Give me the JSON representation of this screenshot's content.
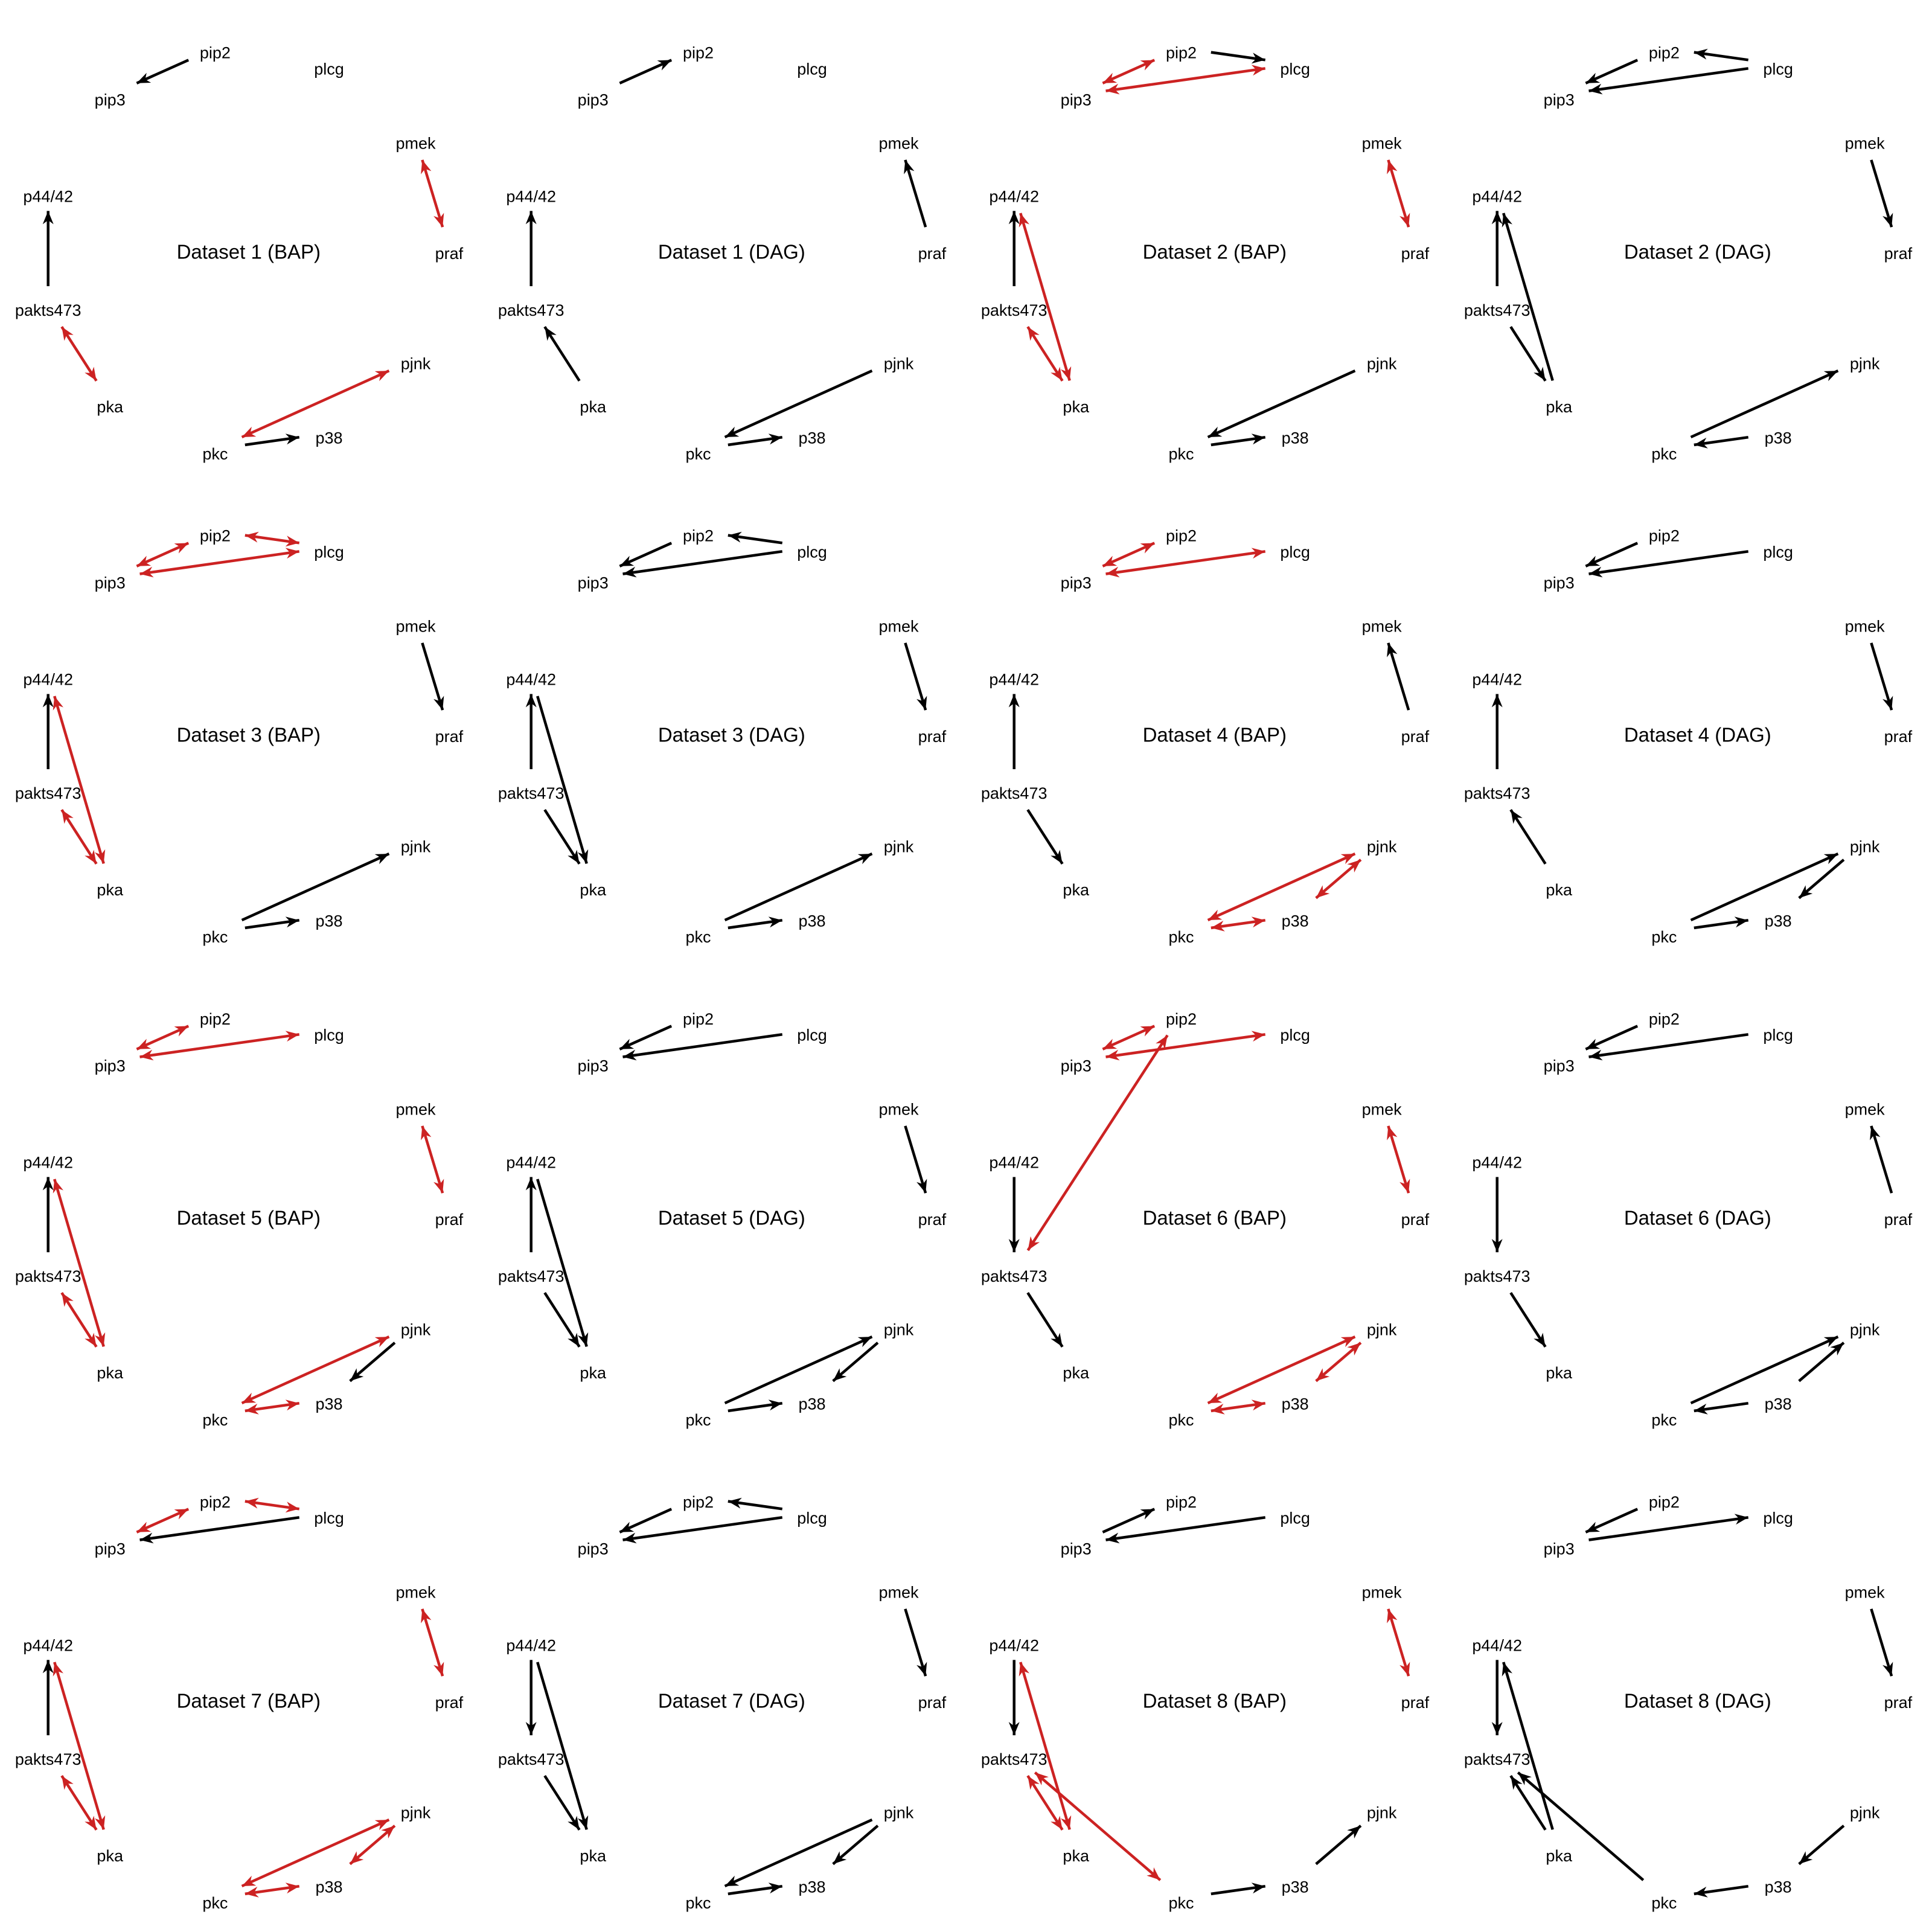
{
  "colors": {
    "directed": "#000000",
    "undirected": "#cc2222",
    "background": "#ffffff",
    "text": "#000000"
  },
  "nodes": [
    "pip2",
    "plcg",
    "pip3",
    "pmek",
    "p44/42",
    "praf",
    "pakts473",
    "pka",
    "pjnk",
    "pkc",
    "p38"
  ],
  "panels": [
    {
      "title": "Dataset 1 (BAP)",
      "edges": [
        {
          "from": "pip2",
          "to": "pip3",
          "type": "directed"
        },
        {
          "from": "pmek",
          "to": "praf",
          "type": "undirected"
        },
        {
          "from": "pakts473",
          "to": "p44/42",
          "type": "directed"
        },
        {
          "from": "pakts473",
          "to": "pka",
          "type": "undirected"
        },
        {
          "from": "pkc",
          "to": "pjnk",
          "type": "undirected"
        },
        {
          "from": "pkc",
          "to": "p38",
          "type": "directed"
        }
      ]
    },
    {
      "title": "Dataset 1 (DAG)",
      "edges": [
        {
          "from": "pip3",
          "to": "pip2",
          "type": "directed"
        },
        {
          "from": "praf",
          "to": "pmek",
          "type": "directed"
        },
        {
          "from": "pakts473",
          "to": "p44/42",
          "type": "directed"
        },
        {
          "from": "pka",
          "to": "pakts473",
          "type": "directed"
        },
        {
          "from": "pjnk",
          "to": "pkc",
          "type": "directed"
        },
        {
          "from": "pkc",
          "to": "p38",
          "type": "directed"
        }
      ]
    },
    {
      "title": "Dataset 2 (BAP)",
      "edges": [
        {
          "from": "pip2",
          "to": "plcg",
          "type": "directed"
        },
        {
          "from": "pip3",
          "to": "pip2",
          "type": "undirected"
        },
        {
          "from": "pip3",
          "to": "plcg",
          "type": "undirected"
        },
        {
          "from": "pmek",
          "to": "praf",
          "type": "undirected"
        },
        {
          "from": "pakts473",
          "to": "p44/42",
          "type": "directed"
        },
        {
          "from": "pakts473",
          "to": "pka",
          "type": "undirected"
        },
        {
          "from": "p44/42",
          "to": "pka",
          "type": "undirected"
        },
        {
          "from": "pjnk",
          "to": "pkc",
          "type": "directed"
        },
        {
          "from": "pkc",
          "to": "p38",
          "type": "directed"
        }
      ]
    },
    {
      "title": "Dataset 2 (DAG)",
      "edges": [
        {
          "from": "plcg",
          "to": "pip2",
          "type": "directed"
        },
        {
          "from": "pip2",
          "to": "pip3",
          "type": "directed"
        },
        {
          "from": "plcg",
          "to": "pip3",
          "type": "directed"
        },
        {
          "from": "pmek",
          "to": "praf",
          "type": "directed"
        },
        {
          "from": "pakts473",
          "to": "p44/42",
          "type": "directed"
        },
        {
          "from": "pakts473",
          "to": "pka",
          "type": "directed"
        },
        {
          "from": "pka",
          "to": "p44/42",
          "type": "directed"
        },
        {
          "from": "pkc",
          "to": "pjnk",
          "type": "directed"
        },
        {
          "from": "p38",
          "to": "pkc",
          "type": "directed"
        }
      ]
    },
    {
      "title": "Dataset 3 (BAP)",
      "edges": [
        {
          "from": "pip2",
          "to": "plcg",
          "type": "undirected"
        },
        {
          "from": "pip3",
          "to": "pip2",
          "type": "undirected"
        },
        {
          "from": "pip3",
          "to": "plcg",
          "type": "undirected"
        },
        {
          "from": "pmek",
          "to": "praf",
          "type": "directed"
        },
        {
          "from": "pakts473",
          "to": "p44/42",
          "type": "directed"
        },
        {
          "from": "pakts473",
          "to": "pka",
          "type": "undirected"
        },
        {
          "from": "p44/42",
          "to": "pka",
          "type": "undirected"
        },
        {
          "from": "pkc",
          "to": "pjnk",
          "type": "directed"
        },
        {
          "from": "pkc",
          "to": "p38",
          "type": "directed"
        }
      ]
    },
    {
      "title": "Dataset 3 (DAG)",
      "edges": [
        {
          "from": "plcg",
          "to": "pip2",
          "type": "directed"
        },
        {
          "from": "pip2",
          "to": "pip3",
          "type": "directed"
        },
        {
          "from": "plcg",
          "to": "pip3",
          "type": "directed"
        },
        {
          "from": "pmek",
          "to": "praf",
          "type": "directed"
        },
        {
          "from": "pakts473",
          "to": "p44/42",
          "type": "directed"
        },
        {
          "from": "pakts473",
          "to": "pka",
          "type": "directed"
        },
        {
          "from": "p44/42",
          "to": "pka",
          "type": "directed"
        },
        {
          "from": "pkc",
          "to": "pjnk",
          "type": "directed"
        },
        {
          "from": "pkc",
          "to": "p38",
          "type": "directed"
        }
      ]
    },
    {
      "title": "Dataset 4 (BAP)",
      "edges": [
        {
          "from": "pip3",
          "to": "pip2",
          "type": "undirected"
        },
        {
          "from": "pip3",
          "to": "plcg",
          "type": "undirected"
        },
        {
          "from": "praf",
          "to": "pmek",
          "type": "directed"
        },
        {
          "from": "pakts473",
          "to": "p44/42",
          "type": "directed"
        },
        {
          "from": "pakts473",
          "to": "pka",
          "type": "directed"
        },
        {
          "from": "pkc",
          "to": "pjnk",
          "type": "undirected"
        },
        {
          "from": "pkc",
          "to": "p38",
          "type": "undirected"
        },
        {
          "from": "p38",
          "to": "pjnk",
          "type": "undirected"
        }
      ]
    },
    {
      "title": "Dataset 4 (DAG)",
      "edges": [
        {
          "from": "pip2",
          "to": "pip3",
          "type": "directed"
        },
        {
          "from": "plcg",
          "to": "pip3",
          "type": "directed"
        },
        {
          "from": "pmek",
          "to": "praf",
          "type": "directed"
        },
        {
          "from": "pakts473",
          "to": "p44/42",
          "type": "directed"
        },
        {
          "from": "pka",
          "to": "pakts473",
          "type": "directed"
        },
        {
          "from": "pkc",
          "to": "pjnk",
          "type": "directed"
        },
        {
          "from": "pkc",
          "to": "p38",
          "type": "directed"
        },
        {
          "from": "pjnk",
          "to": "p38",
          "type": "directed"
        }
      ]
    },
    {
      "title": "Dataset 5 (BAP)",
      "edges": [
        {
          "from": "pip3",
          "to": "pip2",
          "type": "undirected"
        },
        {
          "from": "pip3",
          "to": "plcg",
          "type": "undirected"
        },
        {
          "from": "pmek",
          "to": "praf",
          "type": "undirected"
        },
        {
          "from": "pakts473",
          "to": "p44/42",
          "type": "directed"
        },
        {
          "from": "pakts473",
          "to": "pka",
          "type": "undirected"
        },
        {
          "from": "p44/42",
          "to": "pka",
          "type": "undirected"
        },
        {
          "from": "pkc",
          "to": "pjnk",
          "type": "undirected"
        },
        {
          "from": "pkc",
          "to": "p38",
          "type": "undirected"
        },
        {
          "from": "pjnk",
          "to": "p38",
          "type": "directed"
        }
      ]
    },
    {
      "title": "Dataset 5 (DAG)",
      "edges": [
        {
          "from": "pip2",
          "to": "pip3",
          "type": "directed"
        },
        {
          "from": "plcg",
          "to": "pip3",
          "type": "directed"
        },
        {
          "from": "pmek",
          "to": "praf",
          "type": "directed"
        },
        {
          "from": "pakts473",
          "to": "p44/42",
          "type": "directed"
        },
        {
          "from": "pakts473",
          "to": "pka",
          "type": "directed"
        },
        {
          "from": "p44/42",
          "to": "pka",
          "type": "directed"
        },
        {
          "from": "pkc",
          "to": "pjnk",
          "type": "directed"
        },
        {
          "from": "pkc",
          "to": "p38",
          "type": "directed"
        },
        {
          "from": "pjnk",
          "to": "p38",
          "type": "directed"
        }
      ]
    },
    {
      "title": "Dataset 6 (BAP)",
      "edges": [
        {
          "from": "pip3",
          "to": "pip2",
          "type": "undirected"
        },
        {
          "from": "pip3",
          "to": "plcg",
          "type": "undirected"
        },
        {
          "from": "pip2",
          "to": "pakts473",
          "type": "undirected"
        },
        {
          "from": "pmek",
          "to": "praf",
          "type": "undirected"
        },
        {
          "from": "p44/42",
          "to": "pakts473",
          "type": "directed"
        },
        {
          "from": "pakts473",
          "to": "pka",
          "type": "directed"
        },
        {
          "from": "pkc",
          "to": "pjnk",
          "type": "undirected"
        },
        {
          "from": "pkc",
          "to": "p38",
          "type": "undirected"
        },
        {
          "from": "p38",
          "to": "pjnk",
          "type": "undirected"
        }
      ]
    },
    {
      "title": "Dataset 6 (DAG)",
      "edges": [
        {
          "from": "pip2",
          "to": "pip3",
          "type": "directed"
        },
        {
          "from": "plcg",
          "to": "pip3",
          "type": "directed"
        },
        {
          "from": "praf",
          "to": "pmek",
          "type": "directed"
        },
        {
          "from": "p44/42",
          "to": "pakts473",
          "type": "directed"
        },
        {
          "from": "pakts473",
          "to": "pka",
          "type": "directed"
        },
        {
          "from": "pkc",
          "to": "pjnk",
          "type": "directed"
        },
        {
          "from": "p38",
          "to": "pkc",
          "type": "directed"
        },
        {
          "from": "p38",
          "to": "pjnk",
          "type": "directed"
        }
      ]
    },
    {
      "title": "Dataset 7 (BAP)",
      "edges": [
        {
          "from": "pip2",
          "to": "plcg",
          "type": "undirected"
        },
        {
          "from": "pip3",
          "to": "pip2",
          "type": "undirected"
        },
        {
          "from": "plcg",
          "to": "pip3",
          "type": "directed"
        },
        {
          "from": "pmek",
          "to": "praf",
          "type": "undirected"
        },
        {
          "from": "pakts473",
          "to": "p44/42",
          "type": "directed"
        },
        {
          "from": "pakts473",
          "to": "pka",
          "type": "undirected"
        },
        {
          "from": "p44/42",
          "to": "pka",
          "type": "undirected"
        },
        {
          "from": "pkc",
          "to": "pjnk",
          "type": "undirected"
        },
        {
          "from": "pkc",
          "to": "p38",
          "type": "undirected"
        },
        {
          "from": "p38",
          "to": "pjnk",
          "type": "undirected"
        }
      ]
    },
    {
      "title": "Dataset 7 (DAG)",
      "edges": [
        {
          "from": "plcg",
          "to": "pip2",
          "type": "directed"
        },
        {
          "from": "pip2",
          "to": "pip3",
          "type": "directed"
        },
        {
          "from": "plcg",
          "to": "pip3",
          "type": "directed"
        },
        {
          "from": "pmek",
          "to": "praf",
          "type": "directed"
        },
        {
          "from": "p44/42",
          "to": "pakts473",
          "type": "directed"
        },
        {
          "from": "pakts473",
          "to": "pka",
          "type": "directed"
        },
        {
          "from": "p44/42",
          "to": "pka",
          "type": "directed"
        },
        {
          "from": "pjnk",
          "to": "pkc",
          "type": "directed"
        },
        {
          "from": "pkc",
          "to": "p38",
          "type": "directed"
        },
        {
          "from": "pjnk",
          "to": "p38",
          "type": "directed"
        }
      ]
    },
    {
      "title": "Dataset 8 (BAP)",
      "edges": [
        {
          "from": "pip3",
          "to": "pip2",
          "type": "directed"
        },
        {
          "from": "plcg",
          "to": "pip3",
          "type": "directed"
        },
        {
          "from": "pmek",
          "to": "praf",
          "type": "undirected"
        },
        {
          "from": "p44/42",
          "to": "pakts473",
          "type": "directed"
        },
        {
          "from": "pakts473",
          "to": "pka",
          "type": "undirected"
        },
        {
          "from": "p44/42",
          "to": "pka",
          "type": "undirected"
        },
        {
          "from": "pakts473",
          "to": "pkc",
          "type": "undirected"
        },
        {
          "from": "pkc",
          "to": "p38",
          "type": "directed"
        },
        {
          "from": "p38",
          "to": "pjnk",
          "type": "directed"
        }
      ]
    },
    {
      "title": "Dataset 8 (DAG)",
      "edges": [
        {
          "from": "pip2",
          "to": "pip3",
          "type": "directed"
        },
        {
          "from": "pip3",
          "to": "plcg",
          "type": "directed"
        },
        {
          "from": "pmek",
          "to": "praf",
          "type": "directed"
        },
        {
          "from": "p44/42",
          "to": "pakts473",
          "type": "directed"
        },
        {
          "from": "pka",
          "to": "pakts473",
          "type": "directed"
        },
        {
          "from": "pka",
          "to": "p44/42",
          "type": "directed"
        },
        {
          "from": "pkc",
          "to": "pakts473",
          "type": "directed"
        },
        {
          "from": "pjnk",
          "to": "p38",
          "type": "directed"
        },
        {
          "from": "p38",
          "to": "pkc",
          "type": "directed"
        }
      ]
    }
  ]
}
